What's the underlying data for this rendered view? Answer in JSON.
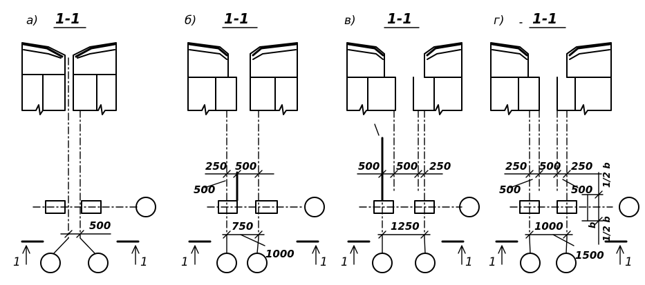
{
  "panels": [
    {
      "letter": "а)",
      "section": "1-1"
    },
    {
      "letter": "б)",
      "section": "1-1"
    },
    {
      "letter": "в)",
      "section": "1-1"
    },
    {
      "letter": "г)",
      "section": "1-1"
    }
  ],
  "section_mark": "1",
  "dims": {
    "a_500": "500",
    "b_250": "250",
    "b_500": "500",
    "b_500v": "500",
    "b_750": "750",
    "b_1000": "1000",
    "v_500a": "500",
    "v_500b": "500",
    "v_250": "250",
    "v_1250": "1250",
    "g_250a": "250",
    "g_500": "500",
    "g_250b": "250",
    "g_500l": "500",
    "g_500r": "500",
    "g_1000": "1000",
    "g_1500": "1500",
    "g_b": "b",
    "g_half1": "1/2 b",
    "g_half2": "1/2 b"
  }
}
